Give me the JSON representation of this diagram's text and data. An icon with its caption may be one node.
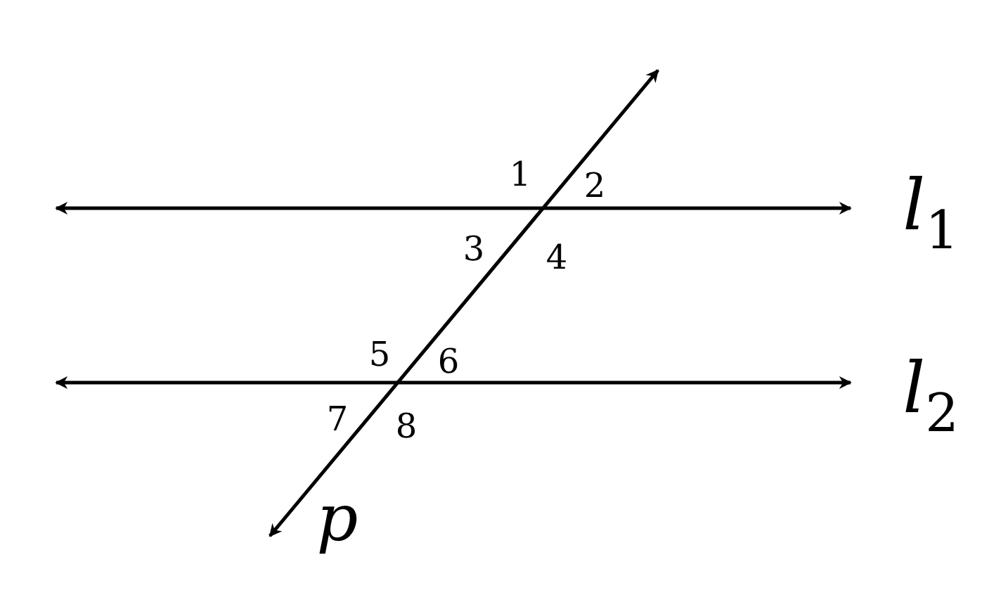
{
  "diagram": {
    "labels": [
      "1",
      "2",
      "*l*$_{1}$",
      "3",
      "4",
      "5",
      "6",
      "*l*$_{2}$",
      "7",
      "8",
      "p"
    ]
  }
}
